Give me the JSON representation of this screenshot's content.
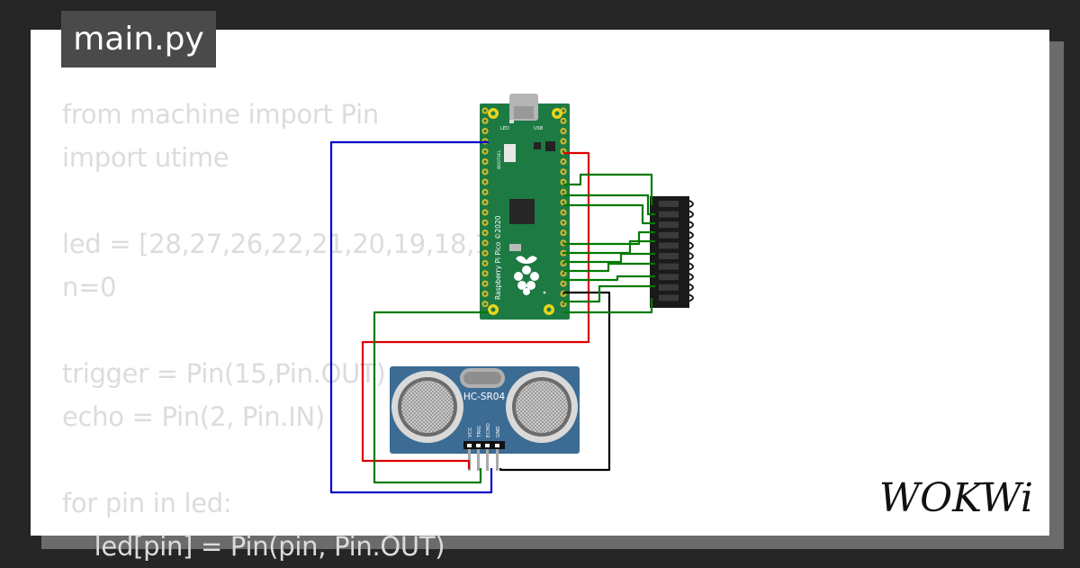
{
  "tab": {
    "filename": "main.py"
  },
  "code_lines": [
    "from machine import Pin",
    "import utime",
    "",
    "led = [28,27,26,22,21,20,19,18,17,16]",
    "n=0",
    "",
    "trigger = Pin(15,Pin.OUT)",
    "echo = Pin(2, Pin.IN)",
    "",
    "for pin in led:",
    "    led[pin] = Pin(pin, Pin.OUT)"
  ],
  "pico": {
    "board_label": "Raspberry Pi Pico ©2020",
    "led_label": "LED",
    "usb_label": "USB",
    "bootsel_label": "BOOTSEL"
  },
  "sensor": {
    "model": "HC-SR04",
    "pins": [
      "VCC",
      "TRIG",
      "ECHO",
      "GND"
    ]
  },
  "brand": {
    "logo_text": "WOKWi"
  },
  "colors": {
    "background": "#262626",
    "card": "#ffffff",
    "pico_green": "#1d7a43",
    "sensor_blue": "#3c6c94",
    "wire_blue": "#0000cc",
    "wire_red": "#dd0000",
    "wire_green": "#007a00",
    "wire_black": "#000000"
  }
}
